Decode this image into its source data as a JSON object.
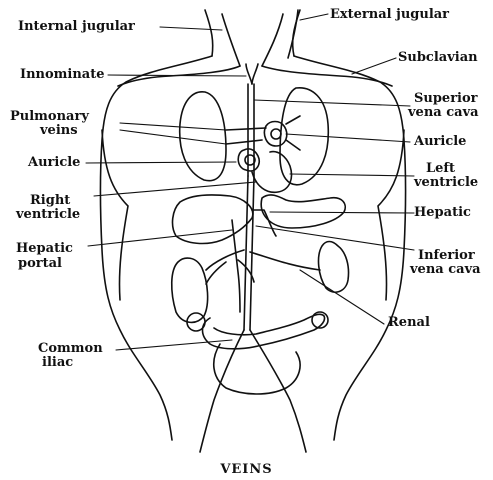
{
  "labels": {
    "internal_jugular": "Internal jugular",
    "external_jugular": "External jugular",
    "innominate": "Innominate",
    "subclavian": "Subclavian",
    "pulmonary_veins_1": "Pulmonary",
    "pulmonary_veins_2": "veins",
    "superior_vena_cava_1": "Superior",
    "superior_vena_cava_2": "vena cava",
    "auricle_left": "Auricle",
    "auricle_right": "Auricle",
    "left_ventricle_1": "Left",
    "left_ventricle_2": "ventricle",
    "right_ventricle_1": "Right",
    "right_ventricle_2": "ventricle",
    "hepatic": "Hepatic",
    "hepatic_portal_1": "Hepatic",
    "hepatic_portal_2": "portal",
    "inferior_vena_cava_1": "Inferior",
    "inferior_vena_cava_2": "vena cava",
    "renal": "Renal",
    "common_iliac_1": "Common",
    "common_iliac_2": "iliac"
  },
  "caption": "VEINS",
  "colors": {
    "ink": "#111111",
    "paper": "#ffffff"
  }
}
